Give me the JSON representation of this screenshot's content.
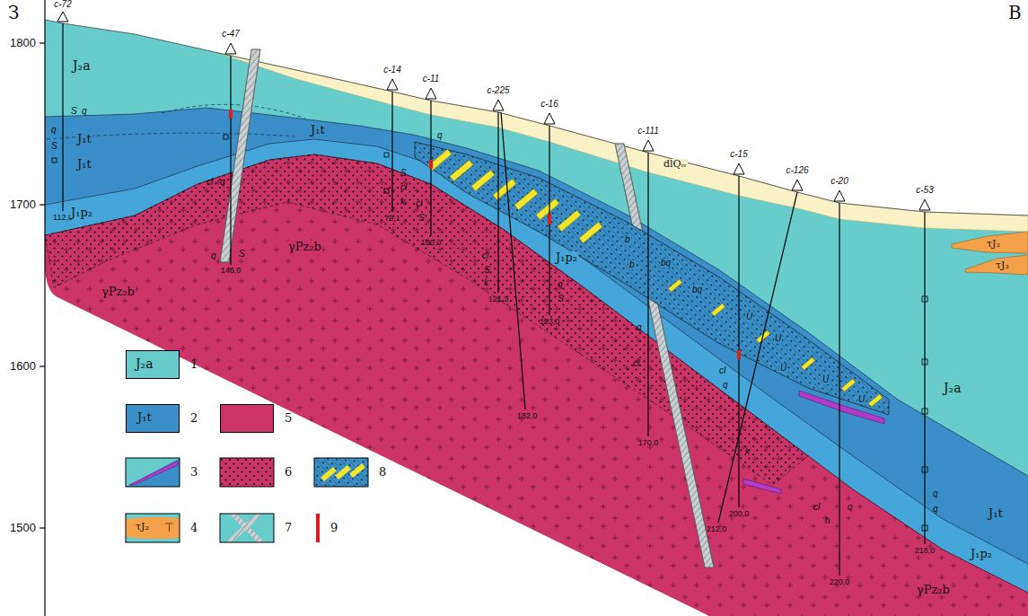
{
  "diagram": {
    "labels": [
      "З",
      "В",
      "1800",
      "1700",
      "1600",
      "1500",
      "c-72",
      "c-47",
      "c-14",
      "c-11",
      "c-225",
      "c-16",
      "c-111",
      "c-15",
      "c-126",
      "c-20",
      "c-53",
      "112,0",
      "146,0",
      "79,1",
      "100,0",
      "121,3",
      "182,0",
      "123,0",
      "170,0",
      "200,0",
      "212,0",
      "220,0",
      "218,0",
      "J₂a",
      "J₁t",
      "J₁t",
      "J₁p₂",
      "J₁t",
      "dlQᵢᵥ",
      "γPz₂b",
      "γPz₂b",
      "J₁p₂",
      "J₂a",
      "J₁t",
      "J₁p₂",
      "γPz₂b",
      "τJ₂",
      "τJ₂",
      "J₂a",
      "J₁t",
      "τJ₂",
      "S",
      "q",
      "q",
      "S",
      "cl",
      "q",
      "q",
      "S",
      "S",
      "cl",
      "k",
      "cl",
      "S",
      "q",
      "cl",
      "S",
      "k",
      "q",
      "S",
      "q",
      "cl",
      "cl",
      "q",
      "k",
      "cl",
      "h",
      "q",
      "q",
      "q",
      "b",
      "b",
      "bq",
      "bq",
      "U",
      "U",
      "U",
      "U",
      "U"
    ],
    "legend": [
      {
        "text": "1",
        "color": "#66cccc"
      },
      {
        "text": "2",
        "color": "#3a8fc8"
      },
      {
        "text": "3"
      },
      {
        "text": "4"
      },
      {
        "text": "5",
        "color": "#cc3366"
      },
      {
        "text": "6"
      },
      {
        "text": "7"
      },
      {
        "text": "8"
      },
      {
        "text": "9"
      }
    ]
  }
}
